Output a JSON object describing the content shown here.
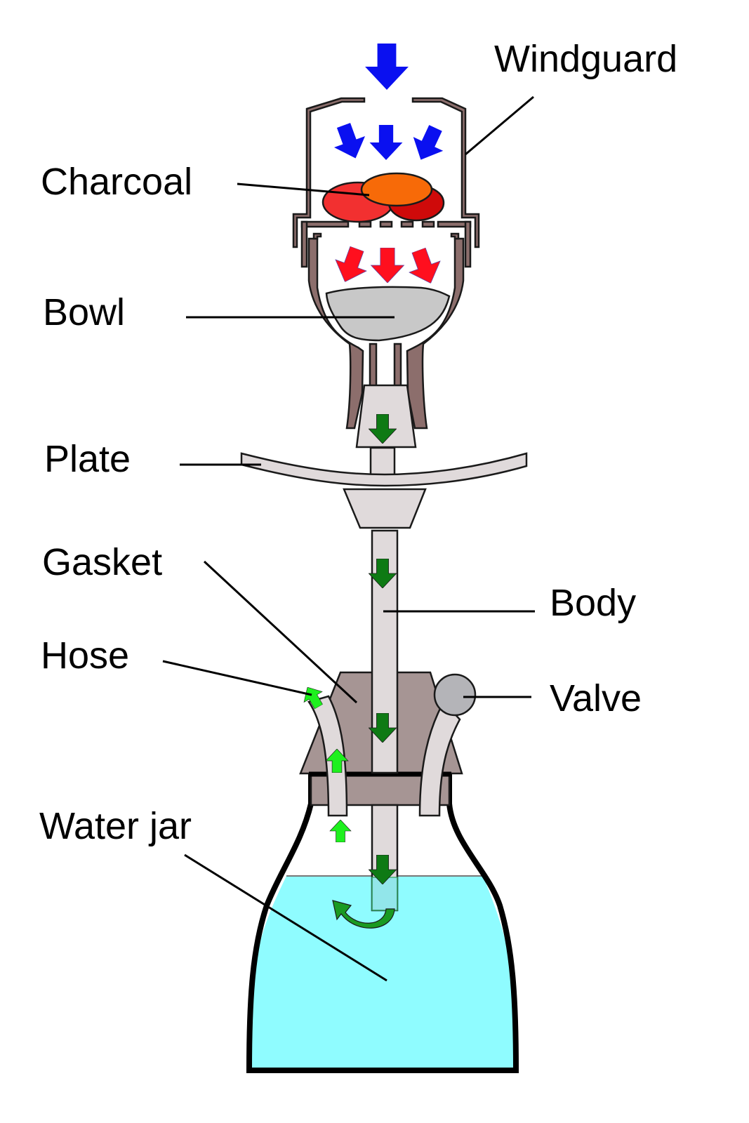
{
  "title": "Hookah diagram",
  "labels": {
    "windguard": "Windguard",
    "charcoal": "Charcoal",
    "bowl": "Bowl",
    "plate": "Plate",
    "gasket": "Gasket",
    "body": "Body",
    "hose": "Hose",
    "valve": "Valve",
    "water_jar": "Water jar"
  },
  "colors": {
    "air_arrows": "#0a10f0",
    "heat_arrows": "#ff0f1e",
    "smoke_arrows_dark": "#0e7a14",
    "smoke_arrows_light": "#1ef01e",
    "metal": "#8c6e6c",
    "gasket": "#a69594",
    "pipe": "#e0dadb",
    "tobacco": "#c8c8c8",
    "water": "#8ffcff",
    "valve": "#b4b4b8",
    "charcoal_left": "#f23030",
    "charcoal_top": "#f76a08",
    "charcoal_right": "#cf0a0a"
  }
}
